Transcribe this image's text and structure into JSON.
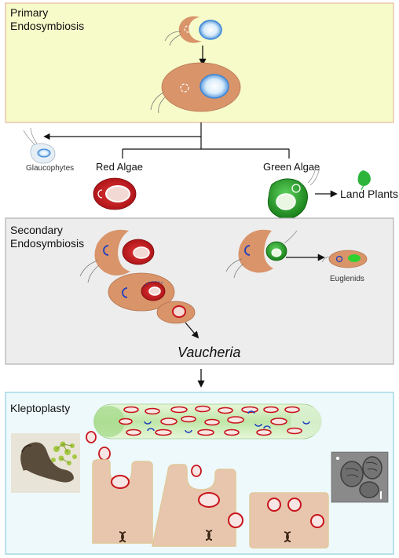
{
  "sections": {
    "primary": {
      "title_line1": "Primary",
      "title_line2": "Endosymbiosis"
    },
    "secondary": {
      "title_line1": "Secondary",
      "title_line2": "Endosymbiosis"
    },
    "kleptoplasty": {
      "title": "Kleptoplasty"
    }
  },
  "lineages": {
    "glaucophytes": "Glaucophytes",
    "red_algae": "Red Algae",
    "green_algae": "Green Algae",
    "land_plants": "Land Plants",
    "euglenids": "Euglenids",
    "vaucheria": "Vaucheria"
  },
  "colors": {
    "primary_bg": "#f6fbc9",
    "primary_border": "#e8b79b",
    "secondary_bg": "#ededed",
    "secondary_border": "#b0b0b0",
    "klepto_bg": "#eef9fc",
    "klepto_border": "#8fcfe0",
    "host_cell": "#d9946a",
    "red_alga": "#c8141b",
    "green_alga": "#1f9a1f",
    "blue_cyanobacterium": "#4a8fd8",
    "klepto_cell": "#e8c6ae"
  }
}
